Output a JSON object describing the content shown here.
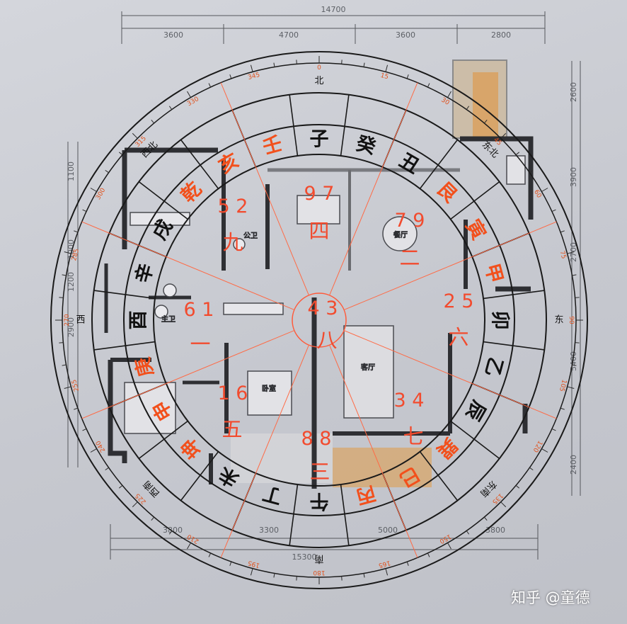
{
  "dimensions": {
    "top_total": "14700",
    "top_segments": [
      "3600",
      "4700",
      "3600",
      "2800"
    ],
    "bottom_total": "15300",
    "bottom_segments": [
      "3300",
      "5000",
      "3800",
      "3800"
    ],
    "left": [
      "1100",
      "2900",
      "1200",
      "1000"
    ],
    "right": [
      "2600",
      "3900",
      "2700",
      "5400",
      "2400"
    ]
  },
  "room_labels": {
    "dining": "餐厅",
    "living": "客厅",
    "bedroom": "卧室",
    "public_bath": "公卫",
    "master_bath": "主卫"
  },
  "cardinals": {
    "north": "北",
    "east": "东",
    "west": "西",
    "south": "南"
  },
  "diagonals": {
    "northeast": "东北",
    "southeast": "东南",
    "southwest": "西南",
    "northwest": "西北"
  },
  "mountains": [
    "子",
    "癸",
    "丑",
    "艮",
    "寅",
    "甲",
    "卯",
    "乙",
    "辰",
    "巽",
    "巳",
    "丙",
    "午",
    "丁",
    "未",
    "坤",
    "申",
    "庚",
    "酉",
    "辛",
    "戌",
    "乾",
    "亥",
    "壬"
  ],
  "mountain_colors": {
    "normal": "#111111",
    "highlight": "#f2501c"
  },
  "degree_labels": [
    "0",
    "15",
    "30",
    "45",
    "60",
    "75",
    "90",
    "105",
    "120",
    "135",
    "150",
    "165",
    "180",
    "195",
    "210",
    "225",
    "240",
    "255",
    "270",
    "285",
    "300",
    "315",
    "330",
    "345"
  ],
  "flying_stars": [
    {
      "pair": "9 7",
      "palace": "四"
    },
    {
      "pair": "7 9",
      "palace": "二"
    },
    {
      "pair": "2 5",
      "palace": "六"
    },
    {
      "pair": "3 4",
      "palace": "七"
    },
    {
      "pair": "8 8",
      "palace": "三"
    },
    {
      "pair": "1 6",
      "palace": "五"
    },
    {
      "pair": "6 1",
      "palace": "一"
    },
    {
      "pair": "5 2",
      "palace": "九"
    },
    {
      "pair": "4 3",
      "palace": "八"
    }
  ],
  "star_color": "#f24b2e",
  "watermark": "知乎 @童德"
}
